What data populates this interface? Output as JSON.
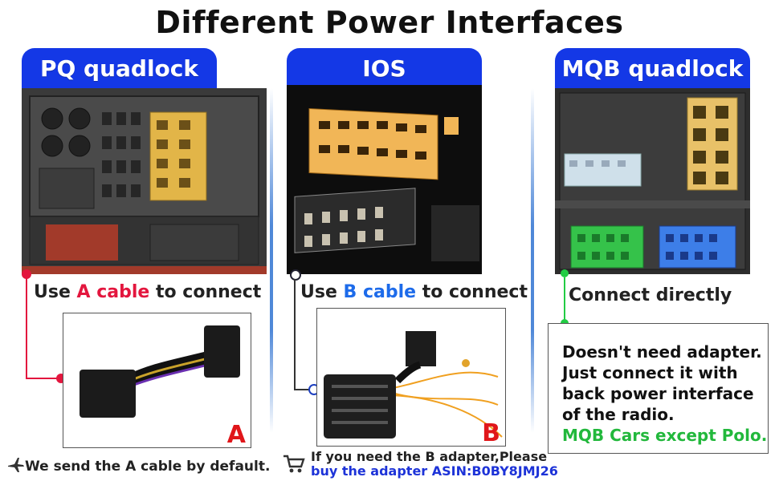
{
  "title": "Different Power Interfaces",
  "columns": [
    {
      "header": "PQ quadlock",
      "caption_pre": "Use ",
      "caption_highlight": "A cable",
      "caption_post": " to connect",
      "cable_tag": "A",
      "highlight_color": "#e3163e"
    },
    {
      "header": "IOS",
      "caption_pre": "Use ",
      "caption_highlight": "B cable",
      "caption_post": " to connect",
      "cable_tag": "B",
      "highlight_color": "#1d6bea"
    },
    {
      "header": "MQB quadlock",
      "caption": "Connect directly"
    }
  ],
  "notice": {
    "lines": [
      "Doesn't need adapter.",
      "Just connect it with",
      "back power interface",
      "of  the radio."
    ],
    "highlight": "MQB Cars except Polo."
  },
  "footer": {
    "default_note": "We send the A cable by default.",
    "adapter_line1": "If you need the B adapter,Please",
    "adapter_line2": "buy the adapter ASIN:B0BY8JMJ26"
  },
  "colors": {
    "header_blue": "#1438e6",
    "a_red": "#e3163e",
    "b_blue": "#1d6bea",
    "green_accent": "#22cc44",
    "link_blue": "#1d33d8"
  },
  "icons": [
    "airplane-icon",
    "cart-icon"
  ]
}
